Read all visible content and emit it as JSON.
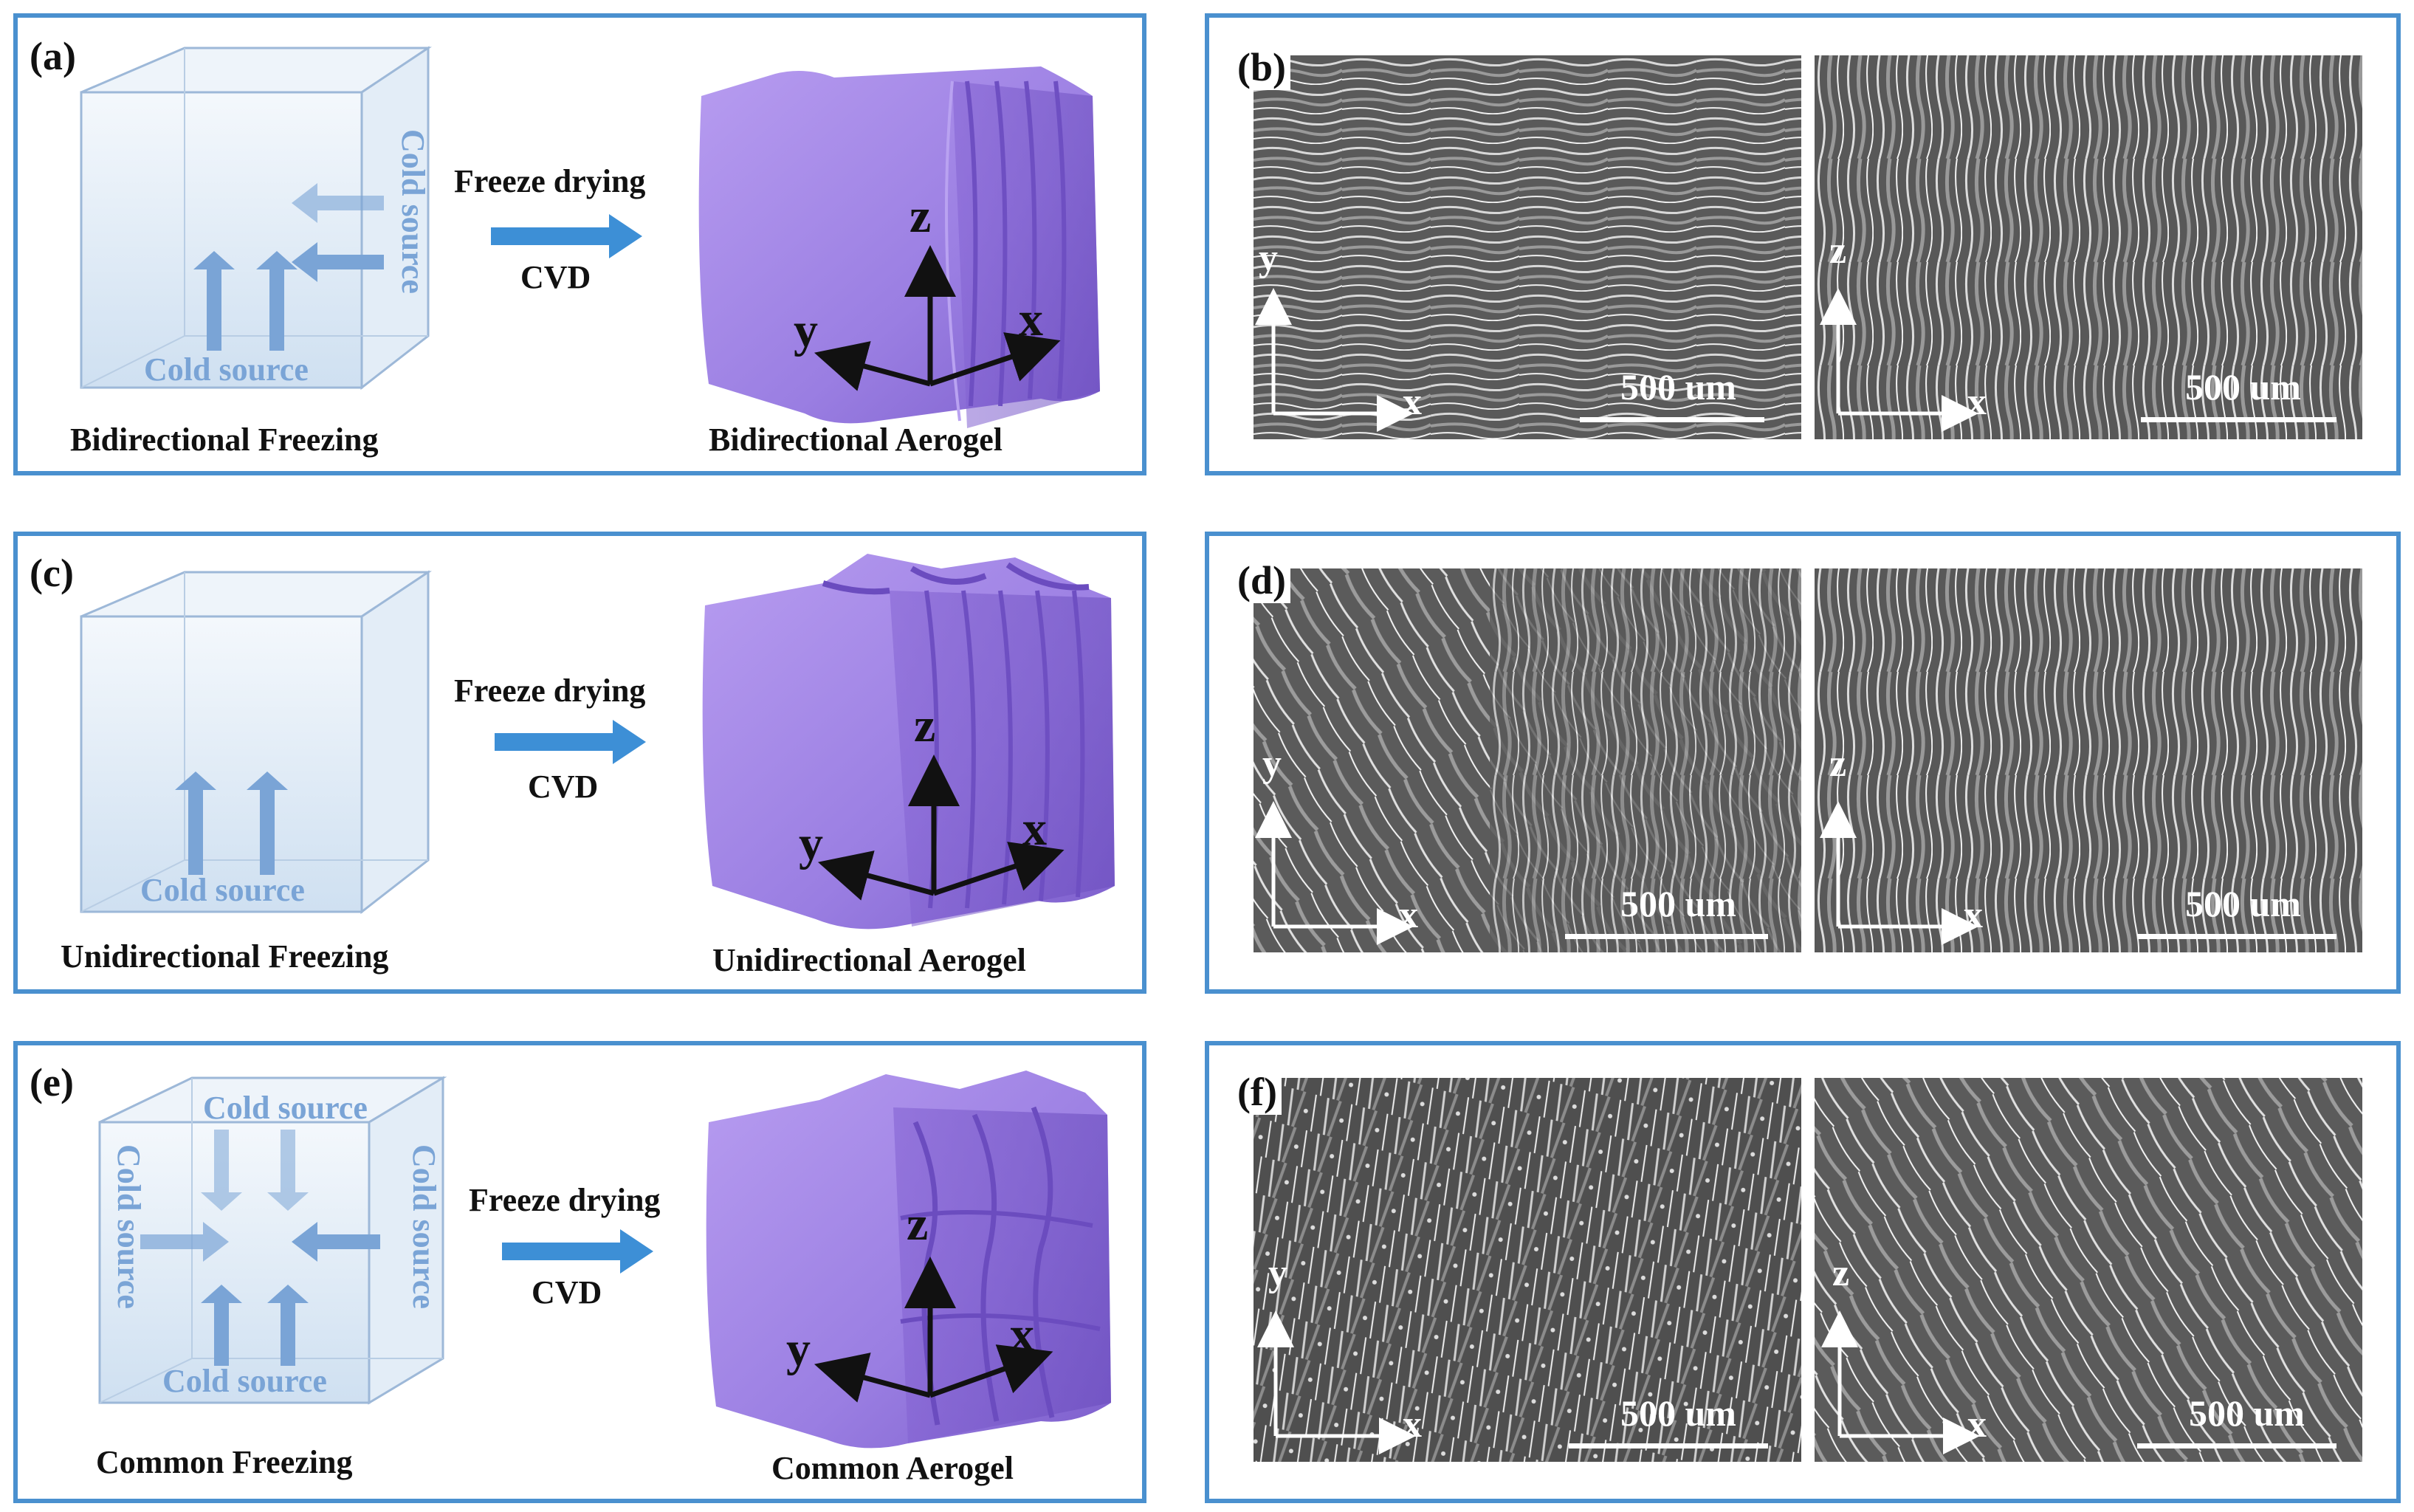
{
  "rows": [
    {
      "left_label": "(a)",
      "right_label": "(b)",
      "process_top": "Freeze drying",
      "process_bottom": "CVD",
      "freezing_caption": "Bidirectional Freezing",
      "aerogel_caption": "Bidirectional Aerogel",
      "cold_sources": [
        "Cold source",
        "Cold source"
      ],
      "axes": {
        "z": "z",
        "x": "x",
        "y": "y"
      },
      "sem": [
        {
          "axis_v": "y",
          "axis_h": "x",
          "scale": "500 um"
        },
        {
          "axis_v": "z",
          "axis_h": "x",
          "scale": "500 um"
        }
      ]
    },
    {
      "left_label": "(c)",
      "right_label": "(d)",
      "process_top": "Freeze drying",
      "process_bottom": "CVD",
      "freezing_caption": "Unidirectional Freezing",
      "aerogel_caption": "Unidirectional Aerogel",
      "cold_sources": [
        "Cold source"
      ],
      "axes": {
        "z": "z",
        "x": "x",
        "y": "y"
      },
      "sem": [
        {
          "axis_v": "y",
          "axis_h": "x",
          "scale": "500 um"
        },
        {
          "axis_v": "z",
          "axis_h": "x",
          "scale": "500 um"
        }
      ]
    },
    {
      "left_label": "(e)",
      "right_label": "(f)",
      "process_top": "Freeze drying",
      "process_bottom": "CVD",
      "freezing_caption": "Common Freezing",
      "aerogel_caption": "Common Aerogel",
      "cold_sources": [
        "Cold source",
        "Cold source",
        "Cold source",
        "Cold source"
      ],
      "axes": {
        "z": "z",
        "x": "x",
        "y": "y"
      },
      "sem": [
        {
          "axis_v": "y",
          "axis_h": "x",
          "scale": "500 um"
        },
        {
          "axis_v": "z",
          "axis_h": "x",
          "scale": "500 um"
        }
      ]
    }
  ],
  "colors": {
    "panel_border": "#4a90cf",
    "aerogel": "#9b7fe0",
    "cold_arrow": "#7aa4d6",
    "process_arrow": "#3d8fd6"
  }
}
